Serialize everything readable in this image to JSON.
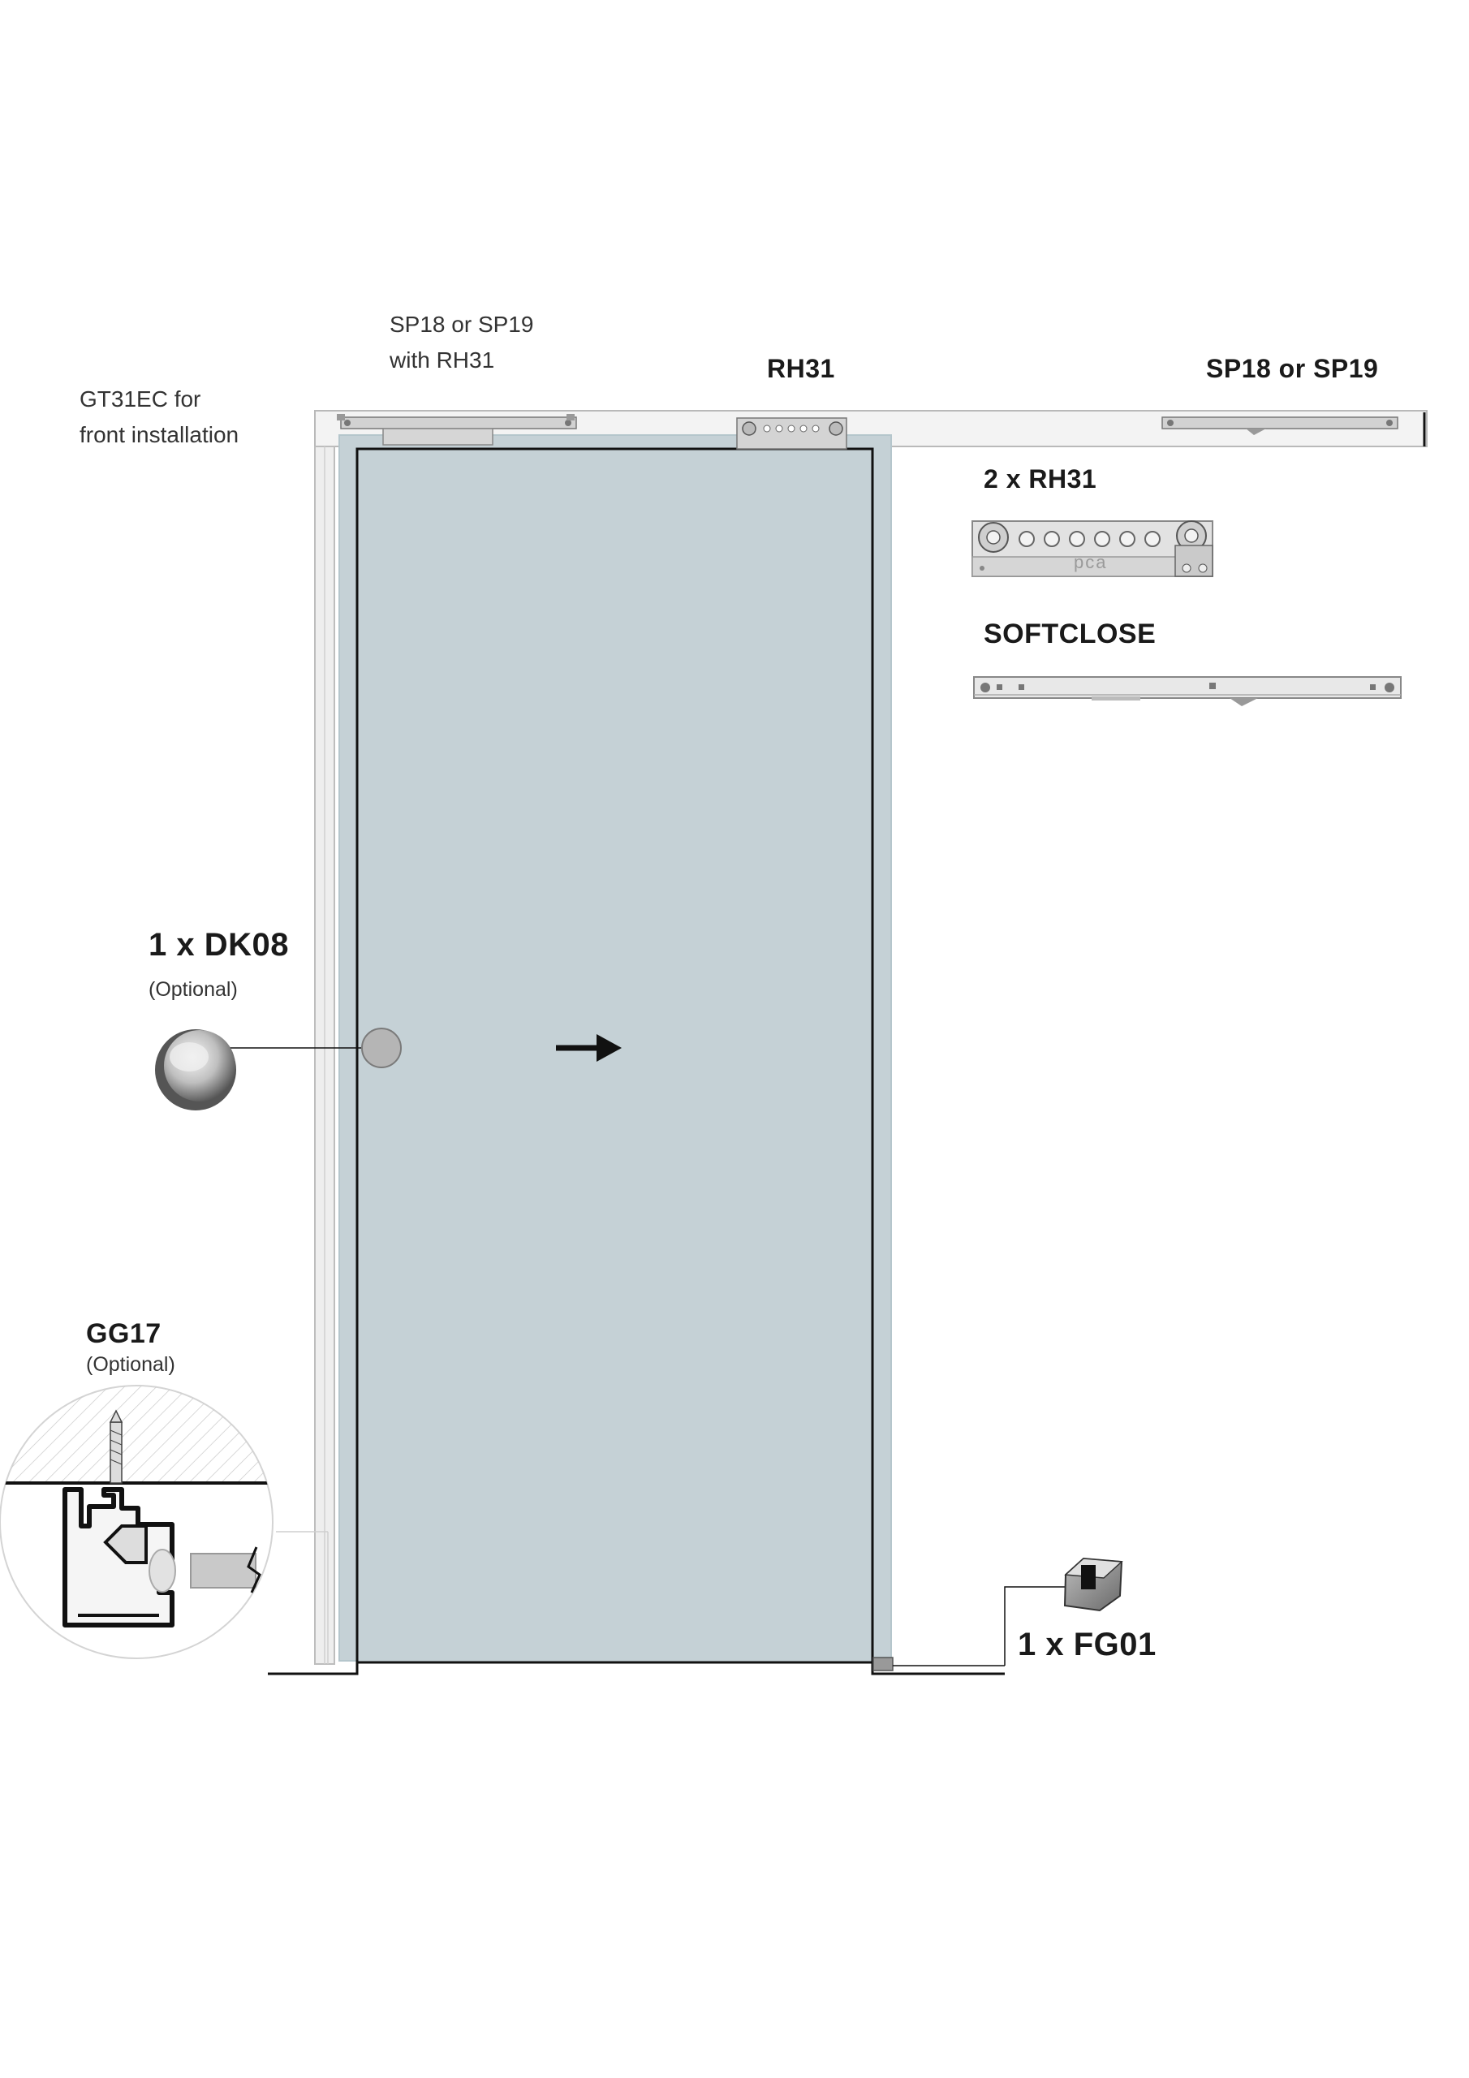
{
  "labels": {
    "gt31ec_line1": "GT31EC for",
    "gt31ec_line2": "front installation",
    "sp_with_rh31_line1": "SP18 or SP19",
    "sp_with_rh31_line2": "with RH31",
    "rh31_center": "RH31",
    "sp_right": "SP18 or SP19",
    "rh31_count": "2 x RH31",
    "softclose": "SOFTCLOSE",
    "dk08": "1 x DK08",
    "dk08_optional": "(Optional)",
    "gg17": "GG17",
    "gg17_optional": "(Optional)",
    "fg01": "1 x FG01",
    "roller_logo": "pca"
  },
  "colors": {
    "glass": "#c5d1d6",
    "glass_edge": "#b5c6cc",
    "rail": "#f3f3f3",
    "hardware": "#d2d2d2",
    "outline": "#111111"
  },
  "icons": {
    "direction": "arrow-right-icon",
    "knob": "dk08-knob-icon",
    "guide": "fg01-floor-guide-icon"
  }
}
